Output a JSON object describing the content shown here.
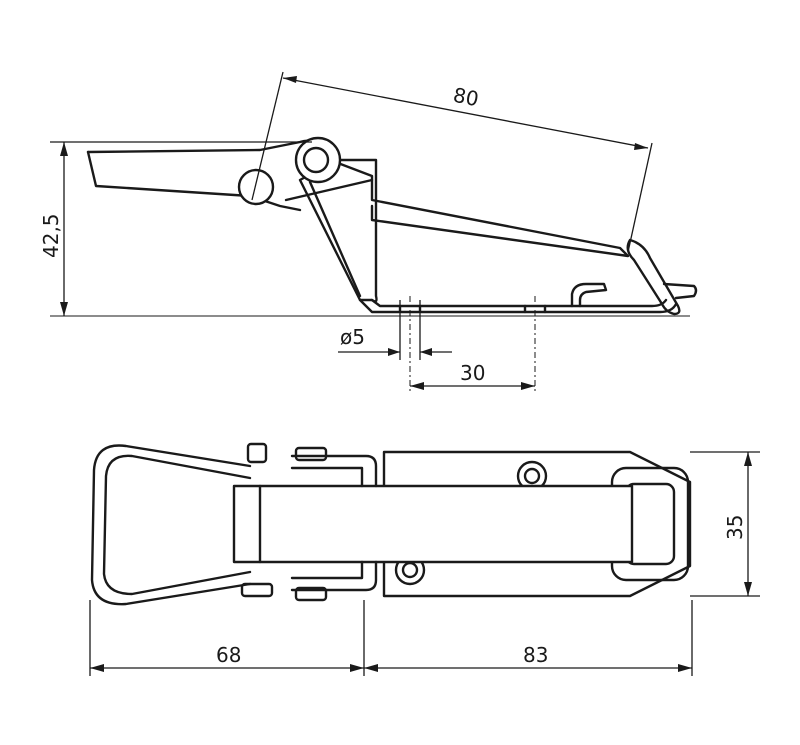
{
  "dimensions": {
    "length_top": "80",
    "height_side": "42,5",
    "hole_diameter": "ø5",
    "hole_spacing": "30",
    "width_bottom": "35",
    "length_lever": "68",
    "length_base": "83"
  },
  "colors": {
    "line": "#1a1a1a",
    "background": "#ffffff"
  }
}
